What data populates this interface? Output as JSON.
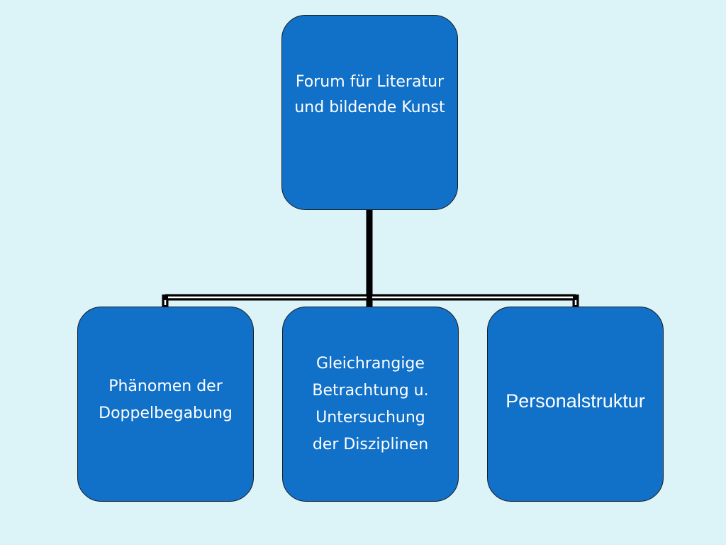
{
  "diagram": {
    "type": "org-chart",
    "root": {
      "label": "Forum für Literatur\nund bildende Kunst"
    },
    "children": [
      {
        "label": "Phänomen der\nDoppelbegabung"
      },
      {
        "label": "Gleichrangige \nBetrachtung u.\nUntersuchung \nder Disziplinen"
      },
      {
        "label": "Personalstruktur"
      }
    ],
    "colors": {
      "background": "#dcf4f8",
      "node_fill": "#1170c8",
      "node_border": "#1a1a1a",
      "node_text": "#ffffff",
      "connector": "#000000"
    }
  }
}
